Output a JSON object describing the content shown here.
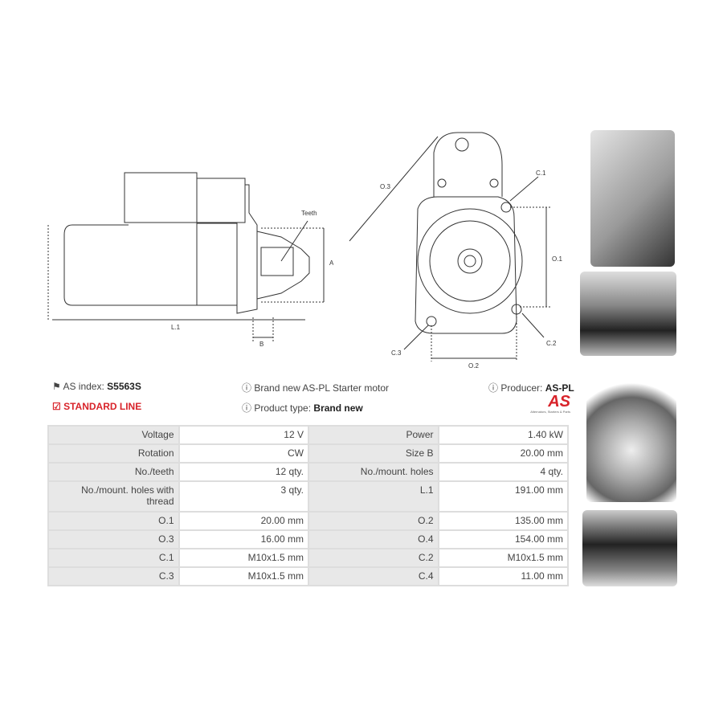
{
  "diagram_side": {
    "teeth": "Teeth",
    "a": "A",
    "l1": "L.1",
    "b": "B"
  },
  "diagram_front": {
    "o3": "O.3",
    "c1": "C.1",
    "o1": "O.1",
    "c2": "C.2",
    "c3": "C.3",
    "o2": "O.2"
  },
  "info": {
    "as_index_label": "AS index:",
    "as_index_value": "S5563S",
    "standard_line": "STANDARD LINE",
    "brand_new": "Brand new AS-PL Starter motor",
    "product_type_label": "Product type:",
    "product_type_value": "Brand new",
    "producer_label": "Producer:",
    "producer_value": "AS-PL",
    "logo_text": "AS",
    "logo_tagline": "Alternators, Starters & Parts"
  },
  "specs": [
    [
      "Voltage",
      "12 V",
      "Power",
      "1.40 kW"
    ],
    [
      "Rotation",
      "CW",
      "Size B",
      "20.00 mm"
    ],
    [
      "No./teeth",
      "12 qty.",
      "No./mount. holes",
      "4 qty."
    ],
    [
      "No./mount. holes with thread",
      "3 qty.",
      "L.1",
      "191.00 mm"
    ],
    [
      "O.1",
      "20.00 mm",
      "O.2",
      "135.00 mm"
    ],
    [
      "O.3",
      "16.00 mm",
      "O.4",
      "154.00 mm"
    ],
    [
      "C.1",
      "M10x1.5 mm",
      "C.2",
      "M10x1.5 mm"
    ],
    [
      "C.3",
      "M10x1.5 mm",
      "C.4",
      "11.00 mm"
    ]
  ],
  "colors": {
    "accent": "#d8232a",
    "key_bg": "#e8e8e8",
    "border": "#dddddd"
  }
}
